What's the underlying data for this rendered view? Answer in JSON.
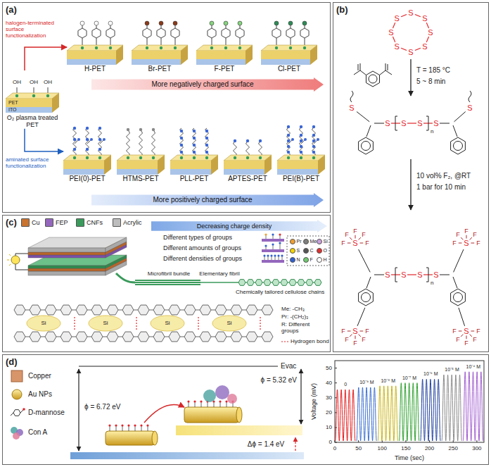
{
  "diagram": {
    "nodes": [
      {
        "text": [
          "(a)"
        ]
      },
      {
        "text": [
          "O₂ plasma treated PET"
        ],
        "in": 0
      },
      {
        "text": [
          "H-PET"
        ],
        "in": 0
      },
      {
        "text": [
          "Br-PET"
        ],
        "in": 0
      },
      {
        "text": [
          "F-PET"
        ],
        "in": 0
      },
      {
        "text": [
          "Cl-PET"
        ],
        "in": 0
      },
      {
        "text": [
          "PEI(0)-PET"
        ],
        "in": 0
      },
      {
        "text": [
          "HTMS-PET"
        ],
        "in": 0
      },
      {
        "text": [
          "PLL-PET"
        ],
        "in": 0
      },
      {
        "text": [
          "APTES-PET"
        ],
        "in": 0
      },
      {
        "text": [
          "PEI(B)-PET"
        ],
        "in": 0
      },
      {
        "text": [
          "More negatively charged surface"
        ],
        "in": 0
      },
      {
        "text": [
          "More positively charged surface"
        ],
        "in": 0
      },
      {
        "text": [
          "(b)"
        ]
      },
      {
        "text": [
          "(c)"
        ]
      },
      {
        "text": [
          "Decreasing charge density"
        ],
        "in": 14
      },
      {
        "text": [
          "(d)"
        ]
      }
    ],
    "edges": [
      {
        "from": 1,
        "to": 2,
        "arrow": "to",
        "label": "halogen-terminated surface functionalization"
      },
      {
        "from": 1,
        "to": 6,
        "arrow": "to",
        "label": "aminated surface functionalization"
      }
    ],
    "labels": [
      "PET",
      "ITO",
      "OH",
      "OH",
      "OH",
      "S",
      "S",
      "S",
      "S",
      "S",
      "S",
      "S",
      "S",
      "T = 185 °C",
      "5 ~ 8 min",
      "S",
      "S",
      "S",
      "S",
      "S",
      "S",
      "n",
      "10 vol% F₂, @RT",
      "1 bar for 10 min",
      "S",
      "S",
      "S",
      "S",
      "S",
      "S",
      "S",
      "S",
      "n",
      "F",
      "F",
      "F",
      "F",
      "F",
      "F",
      "F",
      "F",
      "F",
      "F",
      "F",
      "F",
      "F",
      "F",
      "F",
      "F",
      "F",
      "F",
      "F",
      "F",
      "Microfibril bundle",
      "Elementary fibril",
      "Chemically tailored cellulose chains",
      "Me: -CH₃",
      "Pr: -(CH₂)₃",
      "R: Different groups",
      "Hydrogen bond",
      "Different types of groups",
      "Different amounts of groups",
      "Different densities of groups",
      "Si",
      "Si",
      "Si",
      "Si",
      "ϕ = 6.72 eV",
      "ϕ = 5.32 eV",
      "Evac",
      "Δϕ = 1.4 eV",
      "Voltage (mV)",
      "Time (sec)",
      "0",
      "10",
      "20",
      "30",
      "40",
      "50",
      "0",
      "50",
      "100",
      "150",
      "200",
      "250",
      "300",
      "0",
      "10⁻⁹ M",
      "10⁻⁸ M",
      "10⁻⁷ M",
      "10⁻⁶ M",
      "10⁻⁵ M",
      "10⁻⁴ M"
    ],
    "legend": [
      {
        "text": "Cu",
        "color": "#c8732f"
      },
      {
        "text": "FEP",
        "color": "#9467bd"
      },
      {
        "text": "CNFs",
        "color": "#3a9a5b"
      },
      {
        "text": "Acrylic",
        "color": "#bdbdbd"
      },
      {
        "text": "Pr",
        "color": "#f0a030"
      },
      {
        "text": "Me",
        "color": "#7f7f7f"
      },
      {
        "text": "Si",
        "color": "#c9a0dc"
      },
      {
        "text": "S",
        "color": "#f5d300"
      },
      {
        "text": "C",
        "color": "#555555"
      },
      {
        "text": "O",
        "color": "#e03030"
      },
      {
        "text": "N",
        "color": "#3060d0"
      },
      {
        "text": "F",
        "color": "#70c870"
      },
      {
        "text": "H",
        "color": "#ffffff"
      },
      {
        "text": "Copper"
      },
      {
        "text": "Au NPs"
      },
      {
        "text": "D-mannose"
      },
      {
        "text": "Con A"
      }
    ]
  }
}
